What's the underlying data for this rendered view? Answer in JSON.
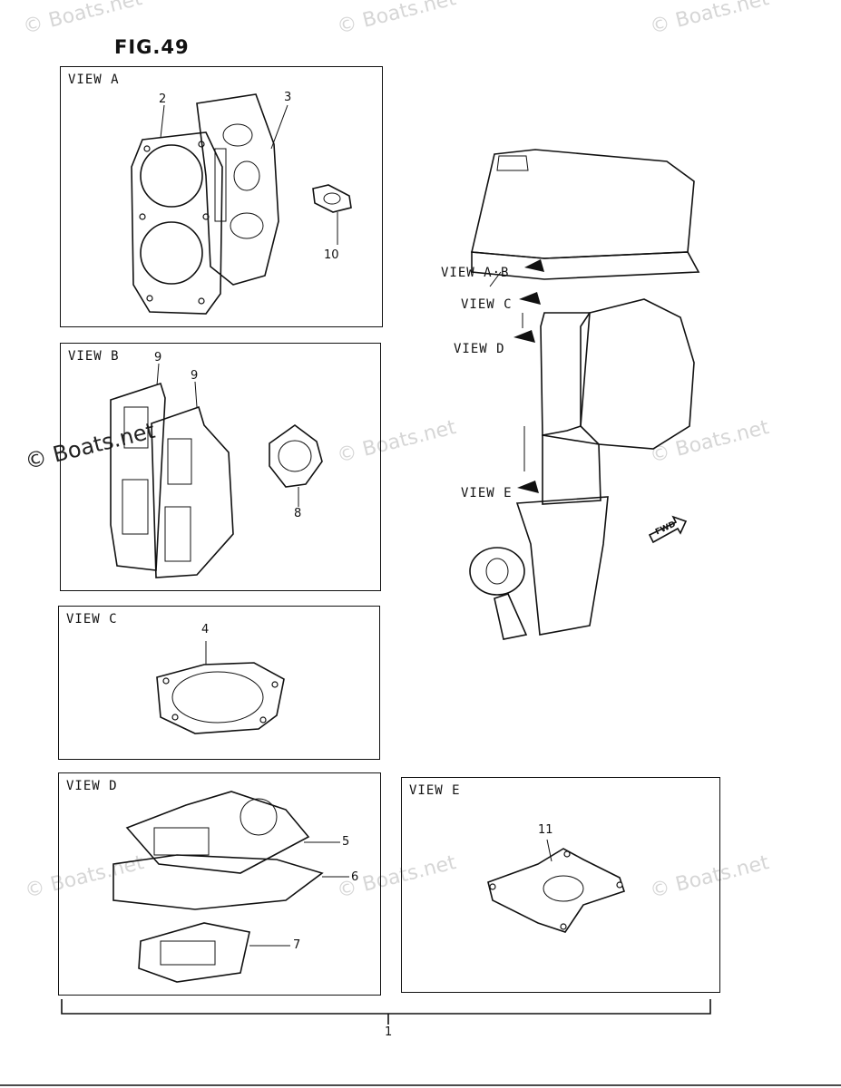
{
  "figure": {
    "title": "FIG.49"
  },
  "watermark": {
    "text": "© Boats.net"
  },
  "panels": {
    "view_a": {
      "label": "VIEW A",
      "callouts": [
        "2",
        "3",
        "10"
      ]
    },
    "view_b": {
      "label": "VIEW B",
      "callouts": [
        "9",
        "9",
        "8"
      ]
    },
    "view_c": {
      "label": "VIEW C",
      "callouts": [
        "4"
      ]
    },
    "view_d": {
      "label": "VIEW D",
      "callouts": [
        "5",
        "6",
        "7"
      ]
    },
    "view_e": {
      "label": "VIEW E",
      "callouts": [
        "11"
      ]
    }
  },
  "engine": {
    "view_tags": [
      "VIEW A·B",
      "VIEW C",
      "VIEW D",
      "VIEW E"
    ],
    "fwd_label": "FWD"
  },
  "assembly": {
    "callout": "1"
  }
}
